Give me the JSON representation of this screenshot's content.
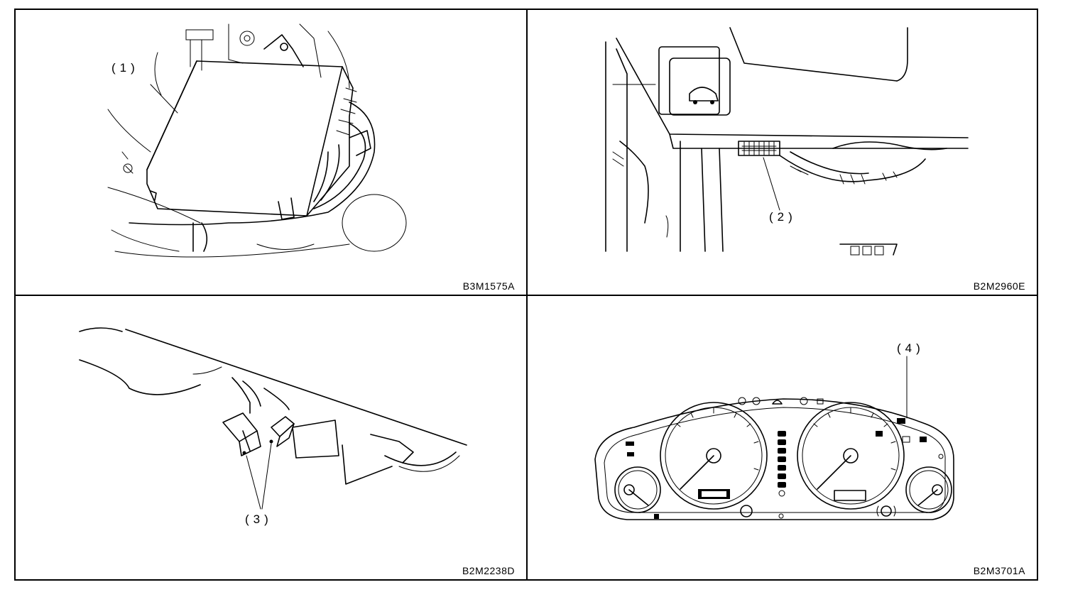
{
  "figures": [
    {
      "callout": "(1)",
      "code": "B3M1575A"
    },
    {
      "callout": "(2)",
      "code": "B2M2960E"
    },
    {
      "callout": "(3)",
      "code": "B2M2238D"
    },
    {
      "callout": "(4)",
      "code": "B2M3701A"
    }
  ]
}
